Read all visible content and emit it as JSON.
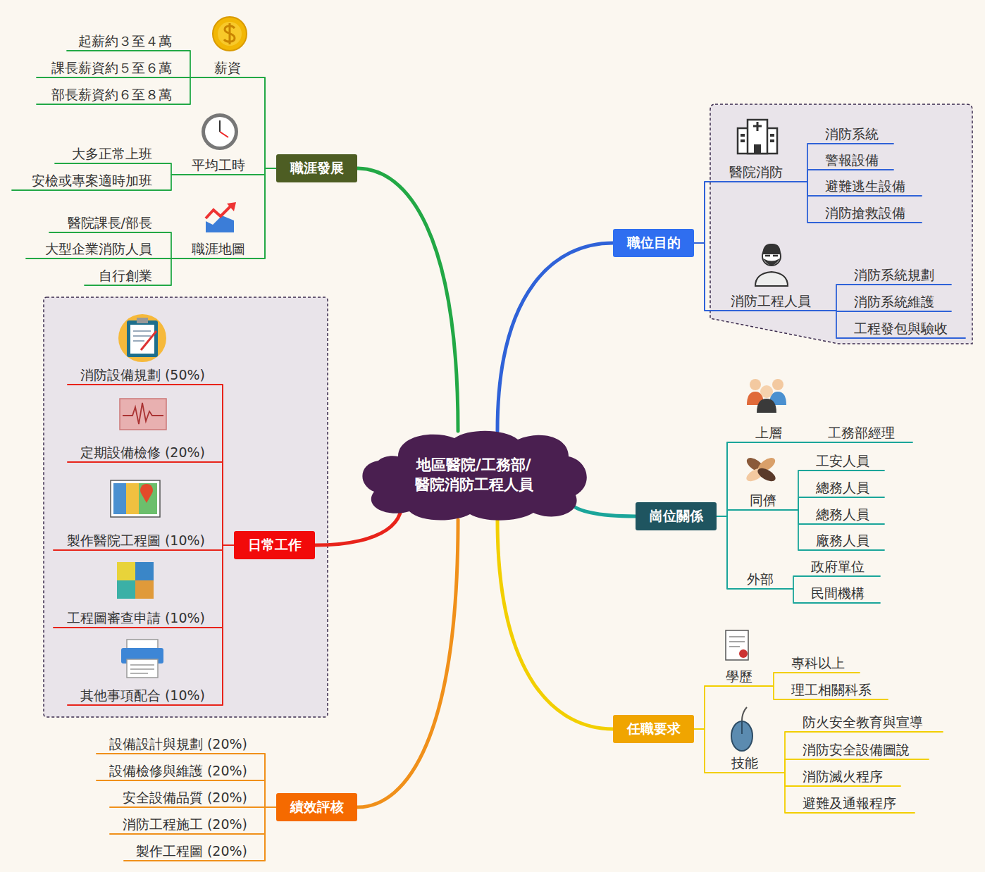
{
  "diagram": {
    "nodes": [
      {
        "text": [
          "地區醫院/工務部/ 醫院消防工程人員"
        ]
      },
      {
        "text": [
          "職涯發展"
        ]
      },
      {
        "text": [
          "薪資"
        ]
      },
      {
        "text": [
          "起薪約３至４萬"
        ]
      },
      {
        "text": [
          "課長薪資約５至６萬"
        ]
      },
      {
        "text": [
          "部長薪資約６至８萬"
        ]
      },
      {
        "text": [
          "平均工時"
        ]
      },
      {
        "text": [
          "大多正常上班"
        ]
      },
      {
        "text": [
          "安檢或專案適時加班"
        ]
      },
      {
        "text": [
          "職涯地圖"
        ]
      },
      {
        "text": [
          "醫院課長/部長"
        ]
      },
      {
        "text": [
          "大型企業消防人員"
        ]
      },
      {
        "text": [
          "自行創業"
        ]
      },
      {
        "text": [
          "日常工作"
        ]
      },
      {
        "text": [
          "消防設備規劃 (50%)"
        ]
      },
      {
        "text": [
          "定期設備檢修 (20%)"
        ]
      },
      {
        "text": [
          "製作醫院工程圖 (10%)"
        ]
      },
      {
        "text": [
          "工程圖審查申請 (10%)"
        ]
      },
      {
        "text": [
          "其他事項配合 (10%)"
        ]
      },
      {
        "text": [
          "績效評核"
        ]
      },
      {
        "text": [
          "設備設計與規劃 (20%)"
        ]
      },
      {
        "text": [
          "設備檢修與維護 (20%)"
        ]
      },
      {
        "text": [
          "安全設備品質 (20%)"
        ]
      },
      {
        "text": [
          "消防工程施工 (20%)"
        ]
      },
      {
        "text": [
          "製作工程圖 (20%)"
        ]
      },
      {
        "text": [
          "職位目的"
        ]
      },
      {
        "text": [
          "醫院消防"
        ]
      },
      {
        "text": [
          "消防系統"
        ]
      },
      {
        "text": [
          "警報設備"
        ]
      },
      {
        "text": [
          "避難逃生設備"
        ]
      },
      {
        "text": [
          "消防搶救設備"
        ]
      },
      {
        "text": [
          "消防工程人員"
        ]
      },
      {
        "text": [
          "消防系統規劃"
        ]
      },
      {
        "text": [
          "消防系統維護"
        ]
      },
      {
        "text": [
          "工程發包與驗收"
        ]
      },
      {
        "text": [
          "崗位關係"
        ]
      },
      {
        "text": [
          "上層"
        ]
      },
      {
        "text": [
          "工務部經理"
        ]
      },
      {
        "text": [
          "同儕"
        ]
      },
      {
        "text": [
          "工安人員"
        ]
      },
      {
        "text": [
          "總務人員"
        ]
      },
      {
        "text": [
          "總務人員"
        ]
      },
      {
        "text": [
          "廠務人員"
        ]
      },
      {
        "text": [
          "外部"
        ]
      },
      {
        "text": [
          "政府單位"
        ]
      },
      {
        "text": [
          "民間機構"
        ]
      },
      {
        "text": [
          "任職要求"
        ]
      },
      {
        "text": [
          "學歷"
        ]
      },
      {
        "text": [
          "專科以上"
        ]
      },
      {
        "text": [
          "理工相關科系"
        ]
      },
      {
        "text": [
          "技能"
        ]
      },
      {
        "text": [
          "防火安全教育與宣導"
        ]
      },
      {
        "text": [
          "消防安全設備圖說"
        ]
      },
      {
        "text": [
          "消防滅火程序"
        ]
      },
      {
        "text": [
          "避難及通報程序"
        ]
      }
    ],
    "edges": [
      {
        "from": 0,
        "to": 1,
        "arrow": "none"
      },
      {
        "from": 1,
        "to": 2,
        "arrow": "none"
      },
      {
        "from": 2,
        "to": 3,
        "arrow": "none"
      },
      {
        "from": 2,
        "to": 4,
        "arrow": "none"
      },
      {
        "from": 2,
        "to": 5,
        "arrow": "none"
      },
      {
        "from": 1,
        "to": 6,
        "arrow": "none"
      },
      {
        "from": 6,
        "to": 7,
        "arrow": "none"
      },
      {
        "from": 6,
        "to": 8,
        "arrow": "none"
      },
      {
        "from": 1,
        "to": 9,
        "arrow": "none"
      },
      {
        "from": 9,
        "to": 10,
        "arrow": "none"
      },
      {
        "from": 9,
        "to": 11,
        "arrow": "none"
      },
      {
        "from": 9,
        "to": 12,
        "arrow": "none"
      },
      {
        "from": 0,
        "to": 13,
        "arrow": "none"
      },
      {
        "from": 13,
        "to": 14,
        "arrow": "none"
      },
      {
        "from": 13,
        "to": 15,
        "arrow": "none"
      },
      {
        "from": 13,
        "to": 16,
        "arrow": "none"
      },
      {
        "from": 13,
        "to": 17,
        "arrow": "none"
      },
      {
        "from": 13,
        "to": 18,
        "arrow": "none"
      },
      {
        "from": 0,
        "to": 19,
        "arrow": "none"
      },
      {
        "from": 19,
        "to": 20,
        "arrow": "none"
      },
      {
        "from": 19,
        "to": 21,
        "arrow": "none"
      },
      {
        "from": 19,
        "to": 22,
        "arrow": "none"
      },
      {
        "from": 19,
        "to": 23,
        "arrow": "none"
      },
      {
        "from": 19,
        "to": 24,
        "arrow": "none"
      },
      {
        "from": 0,
        "to": 25,
        "arrow": "none"
      },
      {
        "from": 25,
        "to": 26,
        "arrow": "none"
      },
      {
        "from": 26,
        "to": 27,
        "arrow": "none"
      },
      {
        "from": 26,
        "to": 28,
        "arrow": "none"
      },
      {
        "from": 26,
        "to": 29,
        "arrow": "none"
      },
      {
        "from": 26,
        "to": 30,
        "arrow": "none"
      },
      {
        "from": 25,
        "to": 31,
        "arrow": "none"
      },
      {
        "from": 31,
        "to": 32,
        "arrow": "none"
      },
      {
        "from": 31,
        "to": 33,
        "arrow": "none"
      },
      {
        "from": 31,
        "to": 34,
        "arrow": "none"
      },
      {
        "from": 0,
        "to": 35,
        "arrow": "none"
      },
      {
        "from": 35,
        "to": 36,
        "arrow": "none"
      },
      {
        "from": 36,
        "to": 37,
        "arrow": "none"
      },
      {
        "from": 35,
        "to": 38,
        "arrow": "none"
      },
      {
        "from": 38,
        "to": 39,
        "arrow": "none"
      },
      {
        "from": 38,
        "to": 40,
        "arrow": "none"
      },
      {
        "from": 38,
        "to": 41,
        "arrow": "none"
      },
      {
        "from": 38,
        "to": 42,
        "arrow": "none"
      },
      {
        "from": 35,
        "to": 43,
        "arrow": "none"
      },
      {
        "from": 43,
        "to": 44,
        "arrow": "none"
      },
      {
        "from": 43,
        "to": 45,
        "arrow": "none"
      },
      {
        "from": 0,
        "to": 46,
        "arrow": "none"
      },
      {
        "from": 46,
        "to": 47,
        "arrow": "none"
      },
      {
        "from": 47,
        "to": 48,
        "arrow": "none"
      },
      {
        "from": 47,
        "to": 49,
        "arrow": "none"
      },
      {
        "from": 46,
        "to": 50,
        "arrow": "none"
      },
      {
        "from": 50,
        "to": 51,
        "arrow": "none"
      },
      {
        "from": 50,
        "to": 52,
        "arrow": "none"
      },
      {
        "from": 50,
        "to": 53,
        "arrow": "none"
      },
      {
        "from": 50,
        "to": 54,
        "arrow": "none"
      }
    ]
  }
}
